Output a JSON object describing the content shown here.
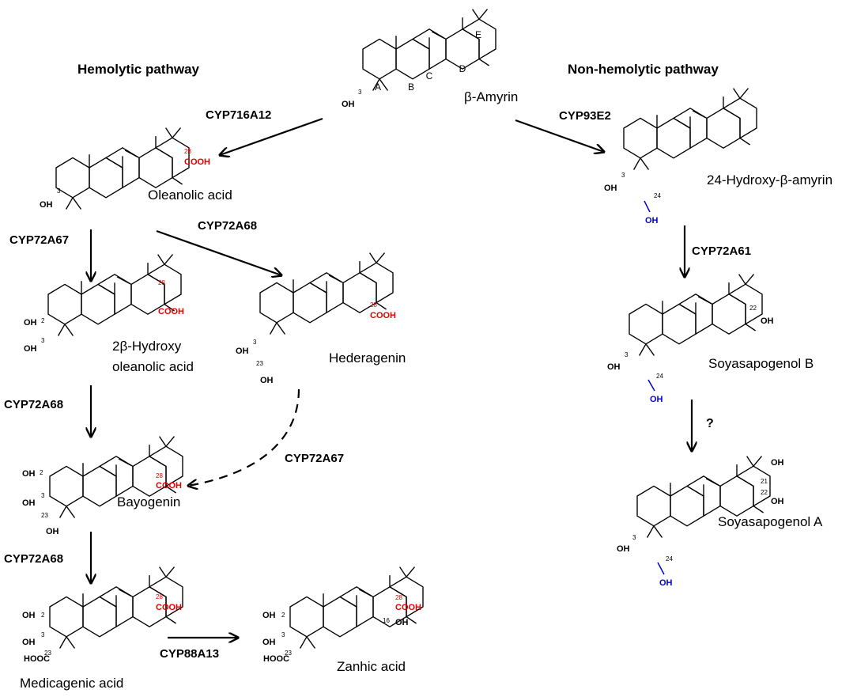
{
  "headings": {
    "hemolytic": "Hemolytic pathway",
    "non_hemolytic": "Non-hemolytic pathway"
  },
  "compounds": {
    "amyrin": "β-Amyrin",
    "oleanolic": "Oleanolic acid",
    "hydroxy_oleanolic_1": "2β-Hydroxy",
    "hydroxy_oleanolic_2": "oleanolic acid",
    "hederagenin": "Hederagenin",
    "bayogenin": "Bayogenin",
    "medicagenic": "Medicagenic acid",
    "zanhic": "Zanhic acid",
    "hydroxy_amyrin": "24-Hydroxy-β-amyrin",
    "soya_b": "Soyasapogenol B",
    "soya_a": "Soyasapogenol A"
  },
  "enzymes": {
    "cyp716a12": "CYP716A12",
    "cyp72a67_a": "CYP72A67",
    "cyp72a68_a": "CYP72A68",
    "cyp72a68_b": "CYP72A68",
    "cyp72a67_b": "CYP72A67",
    "cyp72a68_c": "CYP72A68",
    "cyp88a13": "CYP88A13",
    "cyp93e2": "CYP93E2",
    "cyp72a61": "CYP72A61",
    "unknown": "?"
  },
  "rings": {
    "a": "A",
    "b": "B",
    "c": "C",
    "d": "D",
    "e": "E"
  },
  "groups": {
    "cooh": "COOH",
    "oh": "OH",
    "hooc": "HOOC",
    "n2": "2",
    "n3": "3",
    "n16": "16",
    "n21": "21",
    "n22": "22",
    "n23": "23",
    "n24": "24",
    "n28": "28"
  },
  "colors": {
    "acid": "#e00000",
    "hydroxyl": "#0000cc",
    "ink": "#000000"
  }
}
